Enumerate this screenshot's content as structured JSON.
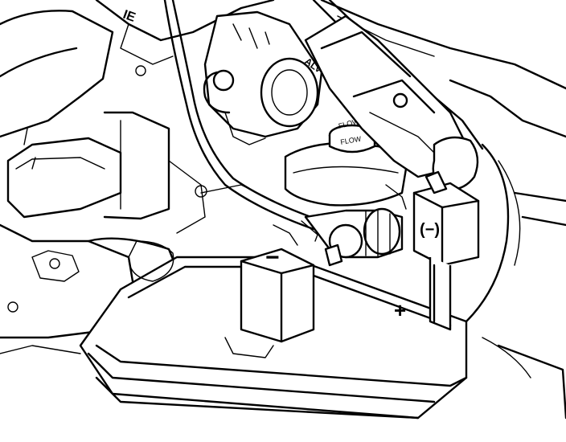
{
  "labels": {
    "negative_on_battery": "−",
    "positive_on_battery": "+",
    "negative_on_clamp": "(−)",
    "cap_text_1": "FLOW",
    "cap_text_2": "FLOW",
    "throttle_text": "ALV",
    "top_marking": "IE"
  },
  "colors": {
    "line": "#000000",
    "background": "#ffffff"
  }
}
